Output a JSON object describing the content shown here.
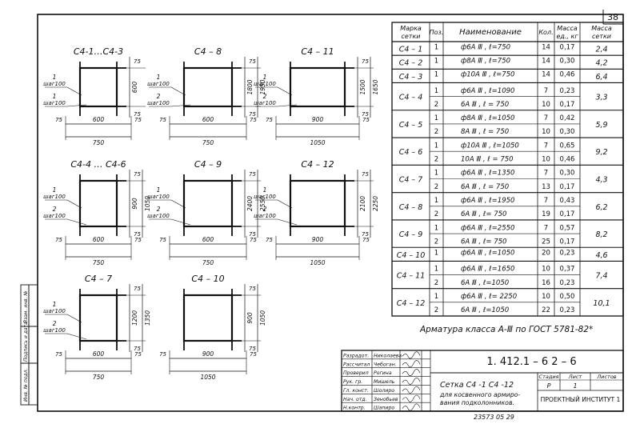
{
  "page_number": "38",
  "left_stamp": [
    "Подпись и дата",
    "Взам. инв. №",
    "Инв. № подл."
  ],
  "table": {
    "headers": [
      "Марка сетки",
      "Поз.",
      "Наименование",
      "Кол.",
      "Масса ед., кг",
      "Масса сетки"
    ],
    "rows": [
      {
        "mark": "С4 – 1",
        "mass": "2,4",
        "lines": [
          {
            "pos": "1",
            "name": "ф6А Ⅲ ,  ℓ=750",
            "qty": "14",
            "unit": "0,17"
          }
        ]
      },
      {
        "mark": "С4 – 2",
        "mass": "4,2",
        "lines": [
          {
            "pos": "1",
            "name": "ф8А Ⅲ ,  ℓ=750",
            "qty": "14",
            "unit": "0,30"
          }
        ]
      },
      {
        "mark": "С4 – 3",
        "mass": "6,4",
        "lines": [
          {
            "pos": "1",
            "name": "ф10А Ⅲ ,  ℓ=750",
            "qty": "14",
            "unit": "0,46"
          }
        ]
      },
      {
        "mark": "С4 – 4",
        "mass": "3,3",
        "lines": [
          {
            "pos": "1",
            "name": "ф6А Ⅲ ,  ℓ=1090",
            "qty": "7",
            "unit": "0,23"
          },
          {
            "pos": "2",
            "name": "6А Ⅲ ,  ℓ = 750",
            "qty": "10",
            "unit": "0,17"
          }
        ]
      },
      {
        "mark": "С4 – 5",
        "mass": "5,9",
        "lines": [
          {
            "pos": "1",
            "name": "ф8А Ⅲ ,  ℓ=1050",
            "qty": "7",
            "unit": "0,42"
          },
          {
            "pos": "2",
            "name": "8А Ⅲ ,  ℓ = 750",
            "qty": "10",
            "unit": "0,30"
          }
        ]
      },
      {
        "mark": "С4 – 6",
        "mass": "9,2",
        "lines": [
          {
            "pos": "1",
            "name": "ф10А Ⅲ ,  ℓ=1050",
            "qty": "7",
            "unit": "0,65"
          },
          {
            "pos": "2",
            "name": "10А Ⅲ ,  ℓ = 750",
            "qty": "10",
            "unit": "0,46"
          }
        ]
      },
      {
        "mark": "С4 – 7",
        "mass": "4,3",
        "lines": [
          {
            "pos": "1",
            "name": "ф6А Ⅲ ,  ℓ=1350",
            "qty": "7",
            "unit": "0,30"
          },
          {
            "pos": "2",
            "name": "6А Ⅲ ,  ℓ = 750",
            "qty": "13",
            "unit": "0,17"
          }
        ]
      },
      {
        "mark": "С4 – 8",
        "mass": "6,2",
        "lines": [
          {
            "pos": "1",
            "name": "ф6А Ⅲ ,  ℓ=1950",
            "qty": "7",
            "unit": "0,43"
          },
          {
            "pos": "2",
            "name": "6А Ⅲ ,  ℓ= 750",
            "qty": "19",
            "unit": "0,17"
          }
        ]
      },
      {
        "mark": "С4 – 9",
        "mass": "8,2",
        "lines": [
          {
            "pos": "1",
            "name": "ф6А Ⅲ ,  ℓ=2550",
            "qty": "7",
            "unit": "0,57"
          },
          {
            "pos": "2",
            "name": "6А Ⅲ ,  ℓ= 750",
            "qty": "25",
            "unit": "0,17"
          }
        ]
      },
      {
        "mark": "С4 – 10",
        "mass": "4,6",
        "lines": [
          {
            "pos": "1",
            "name": "ф6А Ⅲ ,  ℓ=1050",
            "qty": "20",
            "unit": "0,23"
          }
        ]
      },
      {
        "mark": "С4 – 11",
        "mass": "7,4",
        "lines": [
          {
            "pos": "1",
            "name": "ф6А Ⅲ ,  ℓ=1650",
            "qty": "10",
            "unit": "0,37"
          },
          {
            "pos": "2",
            "name": "6А Ⅲ ,  ℓ=1050",
            "qty": "16",
            "unit": "0,23"
          }
        ]
      },
      {
        "mark": "С4 – 12",
        "mass": "10,1",
        "lines": [
          {
            "pos": "1",
            "name": "ф6А Ⅲ ,  ℓ= 2250",
            "qty": "10",
            "unit": "0,50"
          },
          {
            "pos": "2",
            "name": "6А Ⅲ ,  ℓ=1050",
            "qty": "22",
            "unit": "0,23"
          }
        ]
      }
    ]
  },
  "note": "Арматура  класса  А-Ⅲ  по  ГОСТ 5781-82*",
  "drawings": [
    {
      "title": "С4-1…С4-3",
      "pos1": "1",
      "pos2": "1",
      "step1": "шаг100",
      "step2": "шаг100",
      "dim_h1": "600",
      "dim_h2": "",
      "dim_top": "75",
      "dim_bot": "75",
      "dim_left": "75",
      "dim_mid": "600",
      "dim_right": "75",
      "dim_total": "750"
    },
    {
      "title": "С4 – 8",
      "pos1": "1",
      "pos2": "2",
      "step1": "шаг100",
      "step2": "шаг100",
      "dim_h1": "1800",
      "dim_h2": "1950",
      "dim_top": "75",
      "dim_bot": "75",
      "dim_left": "75",
      "dim_mid": "600",
      "dim_right": "75",
      "dim_total": "750"
    },
    {
      "title": "С4 – 11",
      "pos1": "1",
      "pos2": "2",
      "step1": "шаг100",
      "step2": "шаг100",
      "dim_h1": "1500",
      "dim_h2": "1650",
      "dim_top": "75",
      "dim_bot": "75",
      "dim_left": "75",
      "dim_mid": "900",
      "dim_right": "75",
      "dim_total": "1050"
    },
    {
      "title": "С4-4 … С4-6",
      "pos1": "1",
      "pos2": "2",
      "step1": "шаг100",
      "step2": "шаг100",
      "dim_h1": "900",
      "dim_h2": "1050",
      "dim_top": "75",
      "dim_bot": "75",
      "dim_left": "75",
      "dim_mid": "600",
      "dim_right": "75",
      "dim_total": "750"
    },
    {
      "title": "С4 – 9",
      "pos1": "1",
      "pos2": "2",
      "step1": "шаг100",
      "step2": "шаг100",
      "dim_h1": "2400",
      "dim_h2": "2550",
      "dim_top": "75",
      "dim_bot": "75",
      "dim_left": "75",
      "dim_mid": "600",
      "dim_right": "75",
      "dim_total": "750"
    },
    {
      "title": "С4 – 12",
      "pos1": "1",
      "pos2": "2",
      "step1": "шаг100",
      "step2": "шаг100",
      "dim_h1": "2100",
      "dim_h2": "2250",
      "dim_top": "75",
      "dim_bot": "75",
      "dim_left": "75",
      "dim_mid": "900",
      "dim_right": "75",
      "dim_total": "1050"
    },
    {
      "title": "С4 – 7",
      "pos1": "1",
      "pos2": "2",
      "step1": "шаг100",
      "step2": "шаг100",
      "dim_h1": "1200",
      "dim_h2": "1350",
      "dim_top": "75",
      "dim_bot": "75",
      "dim_left": "75",
      "dim_mid": "600",
      "dim_right": "75",
      "dim_total": "750"
    },
    {
      "title": "С4 – 10",
      "pos1": "",
      "pos2": "",
      "step1": "",
      "step2": "",
      "dim_h1": "900",
      "dim_h2": "1050",
      "dim_top": "75",
      "dim_bot": "75",
      "dim_left": "75",
      "dim_mid": "900",
      "dim_right": "75",
      "dim_total": "1050"
    }
  ],
  "title_block": {
    "doc_code": "1. 412.1 – 6 2 – 6",
    "title_line1": "Сетка С4 -1   С4 -12",
    "title_line2": "для косвенного армиро-",
    "title_line3": "вания подколонников.",
    "roles": [
      {
        "role": "Разрадот.",
        "name": "Николаева"
      },
      {
        "role": "Рассчитал",
        "name": "Чебоган."
      },
      {
        "role": "Проверил",
        "name": "Рогина"
      },
      {
        "role": "Рук. гр.",
        "name": "Мишель"
      },
      {
        "role": "Гл. конст.",
        "name": "Шолиро"
      },
      {
        "role": "Нач. отд.",
        "name": "Зенобьев"
      },
      {
        "role": "Н.контр.",
        "name": "Шапиро"
      }
    ],
    "stage_label": "Стадия",
    "sheet_label": "Лист",
    "sheets_label": "Листов",
    "stage_value": "Р",
    "sheet_value": "1",
    "sheets_value": "",
    "institute": "ПРОЕКТНЫЙ ИНСТИТУТ 1"
  },
  "archive_number": "23573   05   29"
}
